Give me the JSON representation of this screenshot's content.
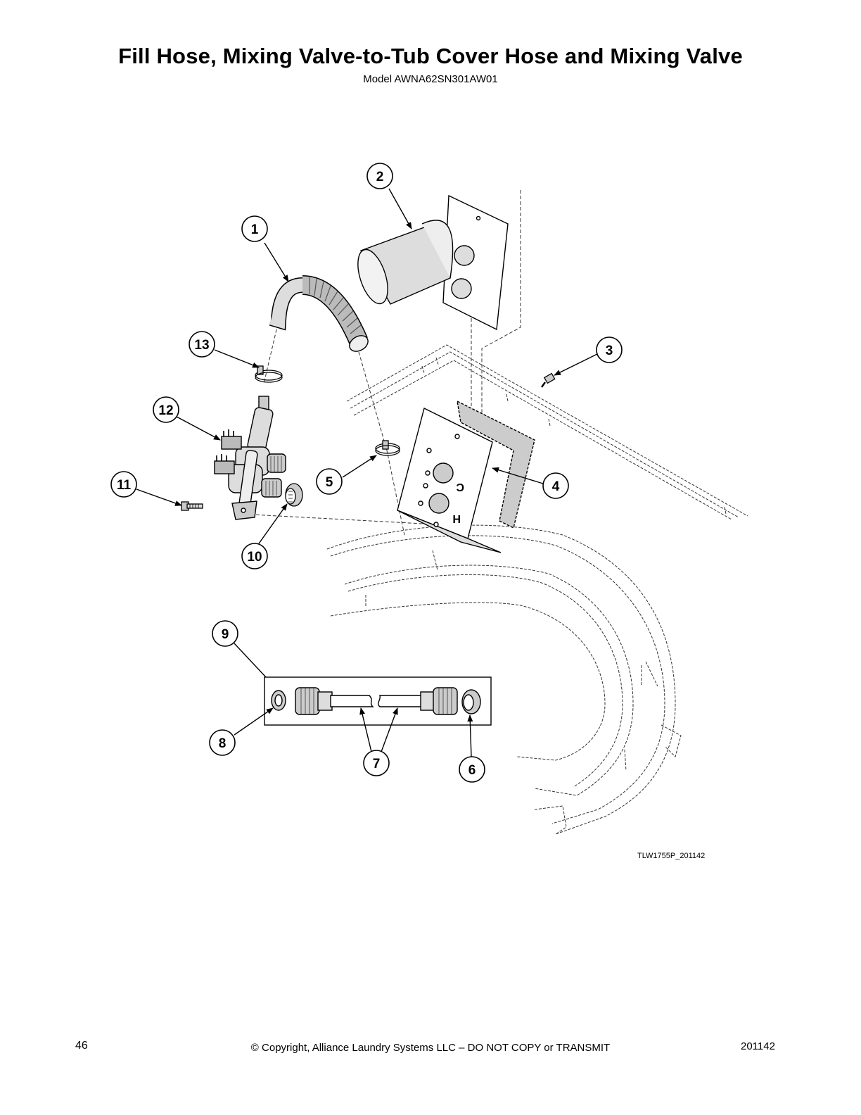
{
  "header": {
    "title": "Fill Hose, Mixing Valve-to-Tub Cover Hose and Mixing Valve",
    "model": "Model AWNA62SN301AW01"
  },
  "diagram": {
    "callouts": [
      "1",
      "2",
      "3",
      "4",
      "5",
      "6",
      "7",
      "8",
      "9",
      "10",
      "11",
      "12",
      "13"
    ],
    "bracket_letters": {
      "c": "C",
      "h": "H"
    },
    "drawing_id": "TLW1755P_201142"
  },
  "footer": {
    "page_number": "46",
    "copyright": "© Copyright, Alliance Laundry Systems LLC – DO NOT COPY or TRANSMIT",
    "doc_number": "201142"
  }
}
